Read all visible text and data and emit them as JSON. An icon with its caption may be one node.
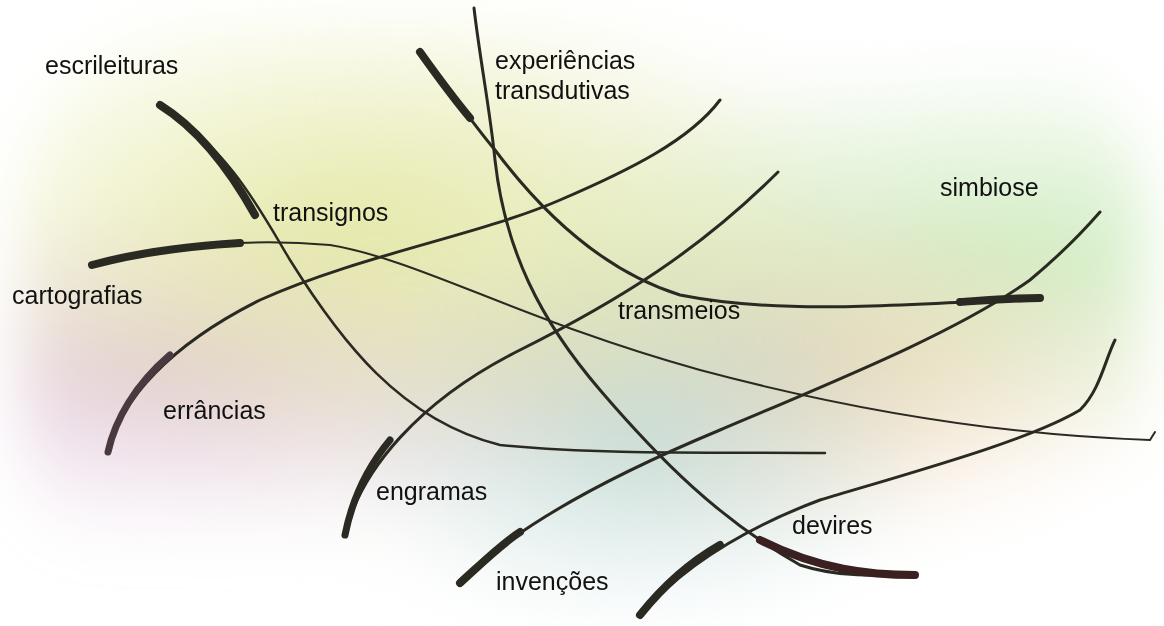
{
  "diagram": {
    "labels": [
      "escrileituras",
      "experiências transdutivas",
      "simbiose",
      "transignos",
      "cartografias",
      "transmeios",
      "errâncias",
      "engramas",
      "devires",
      "invenções"
    ]
  }
}
